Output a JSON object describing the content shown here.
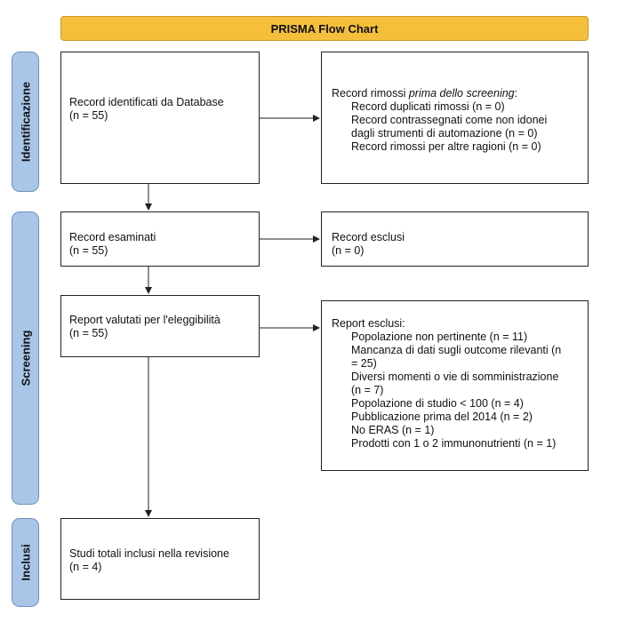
{
  "title": "PRISMA Flow Chart",
  "phases": {
    "identification": "Identificazione",
    "screening": "Screening",
    "included": "Inclusi"
  },
  "identified": {
    "line1": "Record identificati da Database",
    "line2": "(n = 55)"
  },
  "removed": {
    "heading_pre": "Record rimossi ",
    "heading_em": "prima dello screening",
    "heading_post": ":",
    "items": [
      "Record duplicati rimossi (n = 0)",
      "Record contrassegnati come non idonei",
      "dagli strumenti di automazione (n = 0)",
      "Record rimossi per altre ragioni (n = 0)"
    ]
  },
  "screened": {
    "line1": "Record esaminati",
    "line2": "(n = 55)"
  },
  "excluded_records": {
    "line1": "Record esclusi",
    "line2": "(n = 0)"
  },
  "assessed": {
    "line1": "Report valutati per l'eleggibilità",
    "line2": "(n =  55)"
  },
  "excluded_reports": {
    "heading": "Report esclusi:",
    "items": [
      "Popolazione non pertinente (n = 11)",
      "Mancanza di dati sugli outcome rilevanti (n",
      "= 25)",
      "Diversi momenti o vie di somministrazione",
      "(n = 7)",
      "Popolazione di studio < 100 (n = 4)",
      "Pubblicazione prima del 2014 (n = 2)",
      "No ERAS (n = 1)",
      "Prodotti con 1 o 2 immunonutrienti (n = 1)"
    ]
  },
  "included": {
    "line1": "Studi totali inclusi nella revisione",
    "line2": "(n = 4)"
  },
  "colors": {
    "title_fill": "#f5bf3c",
    "phase_fill": "#a9c6e8"
  }
}
